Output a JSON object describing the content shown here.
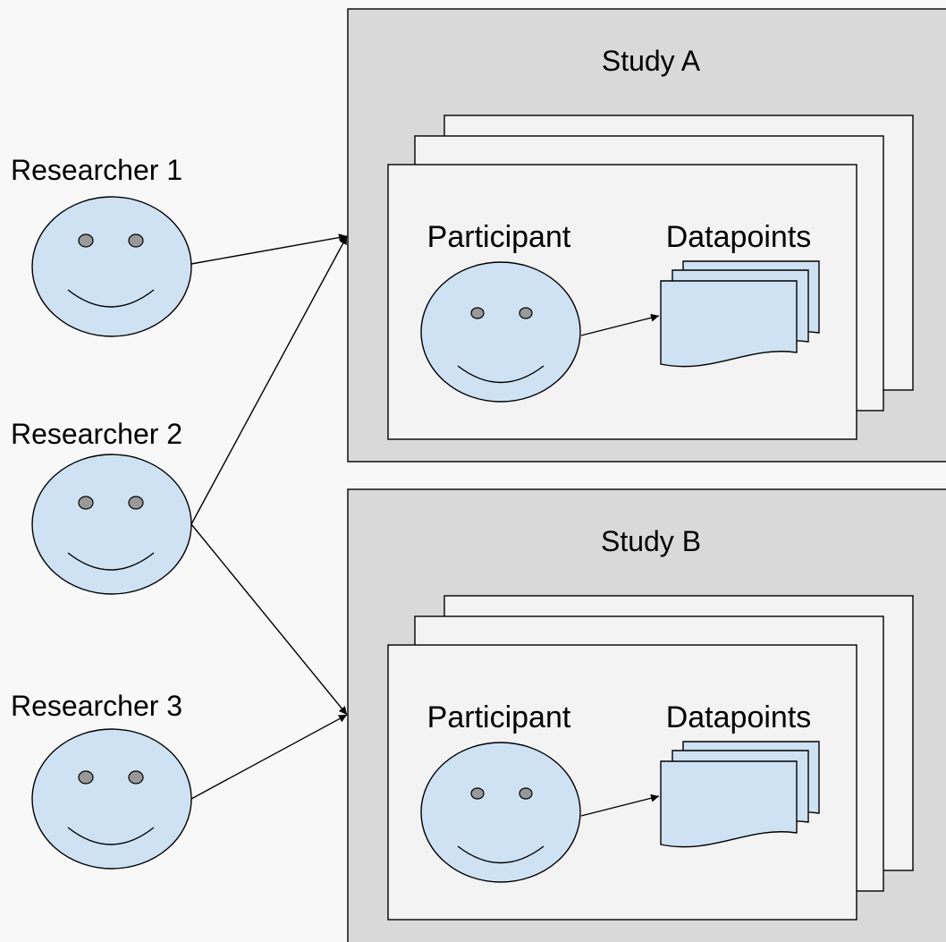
{
  "researchers": [
    {
      "label": "Researcher 1"
    },
    {
      "label": "Researcher 2"
    },
    {
      "label": "Researcher 3"
    }
  ],
  "studies": [
    {
      "title": "Study A",
      "participant_label": "Participant",
      "datapoints_label": "Datapoints"
    },
    {
      "title": "Study B",
      "participant_label": "Participant",
      "datapoints_label": "Datapoints"
    }
  ],
  "colors": {
    "background": "#f8f8f8",
    "study_fill": "#d9d9d9",
    "card_fill": "#f3f3f3",
    "face_fill": "#cfe2f3",
    "eye_fill": "#999999",
    "doc_fill": "#cfe2f3",
    "stroke": "#000000"
  },
  "edges": [
    {
      "from": "Researcher 1",
      "to": "Study A"
    },
    {
      "from": "Researcher 2",
      "to": "Study A"
    },
    {
      "from": "Researcher 2",
      "to": "Study B"
    },
    {
      "from": "Researcher 3",
      "to": "Study B"
    },
    {
      "from": "Participant",
      "to": "Datapoints"
    }
  ]
}
